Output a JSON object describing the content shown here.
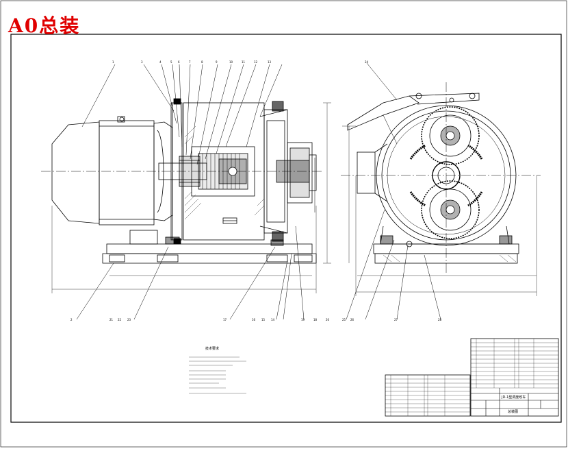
{
  "drawing": {
    "title": "A0总装",
    "colors": {
      "stamp": "#e00000",
      "line": "#000000",
      "paper": "#ffffff"
    },
    "requirements_title": "技术要求",
    "title_block_name": "JD-1型调度绞车",
    "title_block_sub": "总装图"
  },
  "callouts_top": [
    "1",
    "3",
    "4",
    "5",
    "6",
    "7",
    "8",
    "9",
    "10",
    "11",
    "12",
    "13"
  ],
  "callouts_bottom": [
    "2",
    "21",
    "22",
    "23",
    "17",
    "16",
    "15",
    "14",
    "19",
    "18",
    "20",
    "25",
    "26",
    "27",
    "28"
  ],
  "callouts_side": [
    "24"
  ]
}
